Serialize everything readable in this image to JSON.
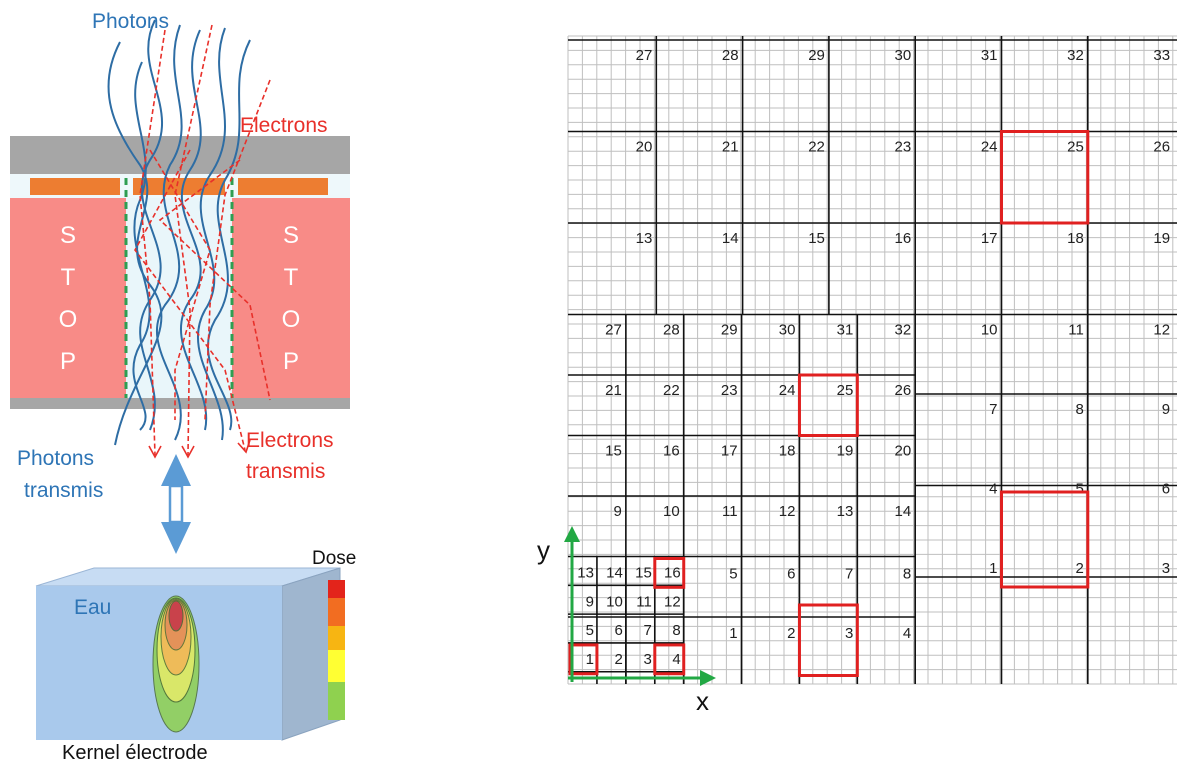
{
  "left_figure": {
    "photons_label": "Photons",
    "electrons_label": "Electrons",
    "stop_left": [
      "S",
      "T",
      "O",
      "P"
    ],
    "stop_right": [
      "S",
      "T",
      "O",
      "P"
    ],
    "photons_transmitted": [
      "Photons",
      "transmis"
    ],
    "electrons_transmitted": [
      "Electrons",
      "transmis"
    ],
    "dose_label": "Dose",
    "water_label": "Eau",
    "kernel_label": "Kernel électrode",
    "colors": {
      "photon": "#2e6da4",
      "electron": "#e8302a",
      "stop": "#f88b87",
      "plate": "#a6a6a6",
      "electrode": "#ed7d31",
      "collimator_edge": "#2e9e52",
      "water_front": "#a9c9ec",
      "arrow": "#5b9bd5"
    },
    "dose_scale_colors": [
      "#e3241b",
      "#f26d21",
      "#f7b512",
      "#ffff33",
      "#8fd14f"
    ]
  },
  "right_figure": {
    "axis_x": "x",
    "axis_y": "y",
    "grid_color": "#bfbfbf",
    "major_line_color": "#111111",
    "highlight_color": "#e02020",
    "axis_color": "#22a844",
    "level3_numbers": [
      "27",
      "28",
      "29",
      "30",
      "31",
      "32",
      "33",
      "20",
      "21",
      "22",
      "23",
      "24",
      "25",
      "26",
      "13",
      "14",
      "15",
      "16",
      "17",
      "18",
      "19",
      "10",
      "11",
      "12",
      "7",
      "8",
      "9",
      "4",
      "5",
      "6",
      "1",
      "2",
      "3"
    ],
    "level2_numbers": [
      "27",
      "28",
      "29",
      "30",
      "31",
      "32",
      "21",
      "22",
      "23",
      "24",
      "25",
      "26",
      "15",
      "16",
      "17",
      "18",
      "19",
      "20",
      "9",
      "10",
      "11",
      "12",
      "13",
      "14",
      "5",
      "6",
      "7",
      "8",
      "1",
      "2",
      "3",
      "4"
    ],
    "level1_numbers": [
      "13",
      "14",
      "15",
      "16",
      "9",
      "10",
      "11",
      "12",
      "5",
      "6",
      "7",
      "8",
      "1",
      "2",
      "3",
      "4"
    ]
  }
}
